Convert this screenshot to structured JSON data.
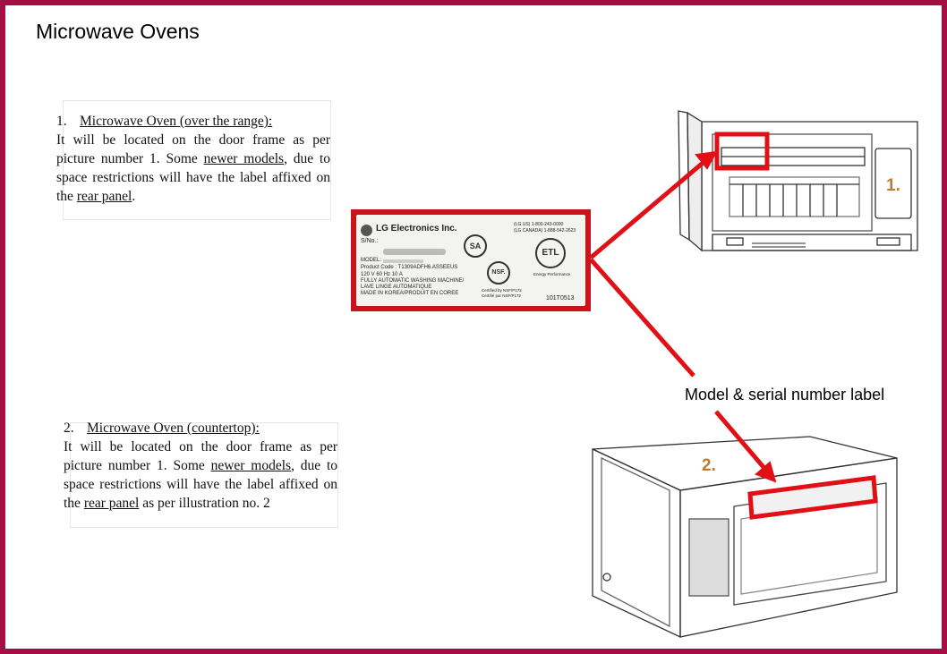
{
  "page": {
    "title": "Microwave Ovens"
  },
  "section1": {
    "number": "1.",
    "heading": "Microwave Oven (over the range):",
    "line1": "It will be located on the door frame as per picture number 1. Some ",
    "link1": "newer models",
    "line2": ", due to space restrictions will have the label affixed on the ",
    "link2": "rear panel",
    "line3": "."
  },
  "section2": {
    "number": "2.",
    "heading": "Microwave Oven (countertop):",
    "line1": "It will be located on the door frame as per picture number 1. Some ",
    "link1": "newer models",
    "line2": ", due to space restrictions will have the label affixed on the ",
    "link2": "rear panel",
    "line3": " as per illustration no. 2"
  },
  "label_image": {
    "brand": "LG Electronics Inc.",
    "sn": "S/No.:",
    "model": "MODEL:",
    "product_code": "Product Code : T1309ADFH6.ASSEEUS",
    "rating": "120 V  60 Hz  10 A",
    "desc1": "FULLY AUTOMATIC WASHING MACHINE/",
    "desc2": "LAVE LINGE AUTOMATIQUE",
    "origin": "MADE IN KOREA/PRODUIT EN COREE",
    "phone1": "(LG US) 1-800-243-0000",
    "phone2": "(LG CANADA) 1-888-542-2623",
    "csa": "SA",
    "nsf": "NSF.",
    "etl": "ETL",
    "nsf_cert1": "Certified by NSF/P172",
    "nsf_cert2": "Certifié par NSF/P172",
    "energy": "Energy Performance",
    "code": "101T0513"
  },
  "illustrations": {
    "caption": "Model & serial number label",
    "tag1": "1.",
    "tag2": "2."
  },
  "colors": {
    "border": "#a50d43",
    "highlight": "#e01016",
    "tag": "#c07a2c"
  }
}
